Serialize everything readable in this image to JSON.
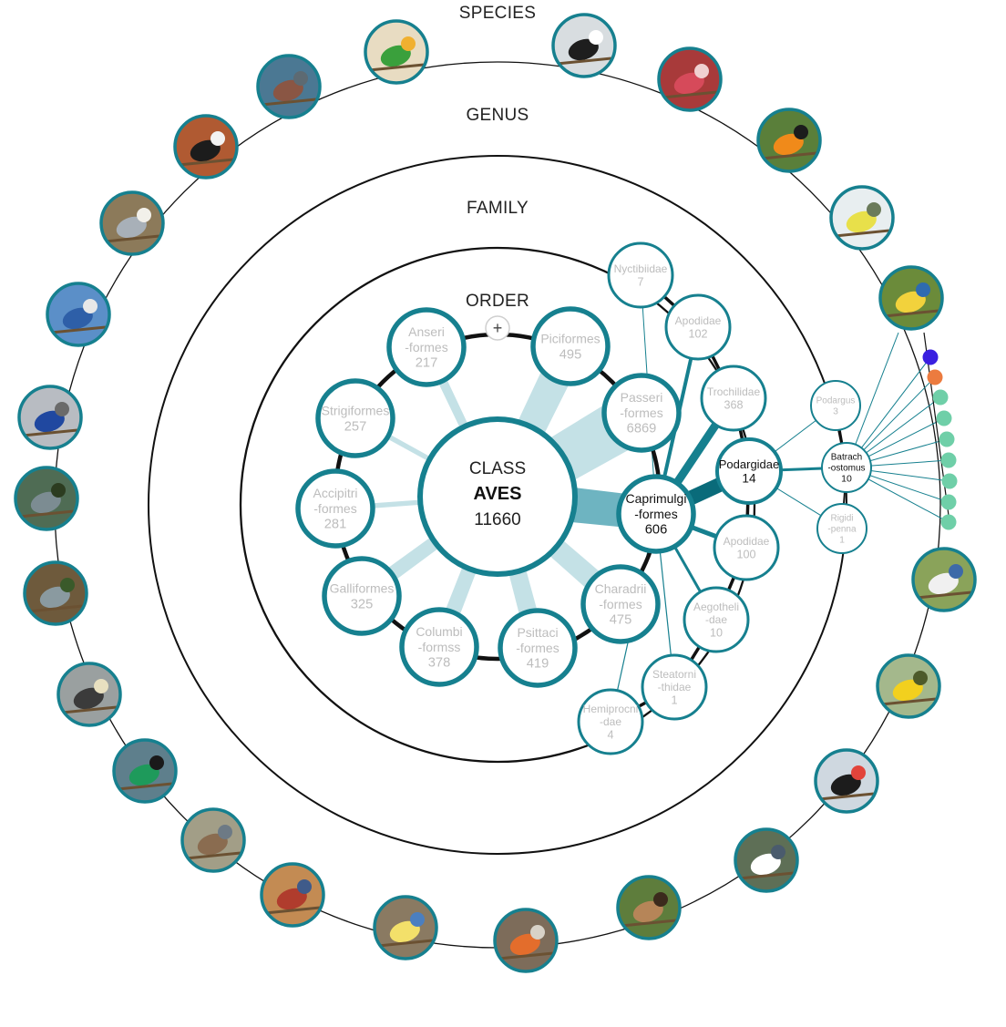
{
  "ring_labels": {
    "species": "SPECIES",
    "genus": "GENUS",
    "family": "FAMILY",
    "order": "ORDER"
  },
  "add_button_label": "+",
  "center": {
    "line1": "CLASS",
    "line2": "AVES",
    "count": "11660"
  },
  "orders": [
    {
      "id": "anseriformes",
      "lines": [
        "Anseri",
        "-formes"
      ],
      "count": "217",
      "selected": false
    },
    {
      "id": "piciformes",
      "lines": [
        "Piciformes"
      ],
      "count": "495",
      "selected": false
    },
    {
      "id": "passeriformes",
      "lines": [
        "Passeri",
        "-formes"
      ],
      "count": "6869",
      "selected": false
    },
    {
      "id": "caprimulgiformes",
      "lines": [
        "Caprimulgi",
        "-formes"
      ],
      "count": "606",
      "selected": true
    },
    {
      "id": "charadriiformes",
      "lines": [
        "Charadrii",
        "-formes"
      ],
      "count": "475",
      "selected": false
    },
    {
      "id": "psittaciformes",
      "lines": [
        "Psittaci",
        "-formes"
      ],
      "count": "419",
      "selected": false
    },
    {
      "id": "columbiformes",
      "lines": [
        "Columbi",
        "-formss"
      ],
      "count": "378",
      "selected": false
    },
    {
      "id": "galliformes",
      "lines": [
        "Galliformes"
      ],
      "count": "325",
      "selected": false
    },
    {
      "id": "accipitriformes",
      "lines": [
        "Accipitri",
        "-formes"
      ],
      "count": "281",
      "selected": false
    },
    {
      "id": "strigiformes",
      "lines": [
        "Strigiformes"
      ],
      "count": "257",
      "selected": false
    }
  ],
  "families": [
    {
      "id": "nyctibiidae",
      "lines": [
        "Nyctibiidae"
      ],
      "count": "7",
      "selected": false
    },
    {
      "id": "apodidae-1",
      "lines": [
        "Apodidae"
      ],
      "count": "102",
      "selected": false
    },
    {
      "id": "trochilidae",
      "lines": [
        "Trochilidae"
      ],
      "count": "368",
      "selected": false
    },
    {
      "id": "podargidae",
      "lines": [
        "Podargidae"
      ],
      "count": "14",
      "selected": true
    },
    {
      "id": "apodidae-2",
      "lines": [
        "Apodidae"
      ],
      "count": "100",
      "selected": false
    },
    {
      "id": "aegothelidae",
      "lines": [
        "Aegotheli",
        "-dae"
      ],
      "count": "10",
      "selected": false
    },
    {
      "id": "steatornithidae",
      "lines": [
        "Steatorni",
        "-thidae"
      ],
      "count": "1",
      "selected": false
    },
    {
      "id": "hemiprocnidae",
      "lines": [
        "Hemiprocni",
        "-dae"
      ],
      "count": "4",
      "selected": false
    }
  ],
  "genera": [
    {
      "id": "podargus",
      "lines": [
        "Podargus"
      ],
      "count": "3",
      "selected": false
    },
    {
      "id": "batrachostomus",
      "lines": [
        "Batrach",
        "-ostomus"
      ],
      "count": "10",
      "selected": true
    },
    {
      "id": "rigidipenna",
      "lines": [
        "Rigidi",
        "-penna"
      ],
      "count": "1",
      "selected": false
    }
  ],
  "species_dot_colors": [
    "#3a1fe0",
    "#ec7b3f",
    "#6fcfa8",
    "#6fcfa8",
    "#6fcfa8",
    "#6fcfa8",
    "#6fcfa8",
    "#6fcfa8",
    "#6fcfa8"
  ],
  "species_birds": [
    {
      "name": "blue-tit-bird-photo",
      "palette": [
        "#6b8b3a",
        "#f2d23c",
        "#2e6bb0"
      ]
    },
    {
      "name": "bluish-bird-photo",
      "palette": [
        "#8aa35a",
        "#f0f0f0",
        "#3d6aa8"
      ]
    },
    {
      "name": "yellow-warbler-photo",
      "palette": [
        "#a4b88c",
        "#f2d01e",
        "#4d5a2a"
      ]
    },
    {
      "name": "frigatebird-photo",
      "palette": [
        "#cfd8e0",
        "#1c1c1c",
        "#e2443b"
      ]
    },
    {
      "name": "nuthatch-photo",
      "palette": [
        "#5e6f56",
        "#ffffff",
        "#4a5b6d"
      ]
    },
    {
      "name": "sparrow-photo",
      "palette": [
        "#5e7d3c",
        "#b68558",
        "#3b2a1c"
      ]
    },
    {
      "name": "robin-photo",
      "palette": [
        "#7d6c5a",
        "#e36d2c",
        "#d8d2c8"
      ]
    },
    {
      "name": "blue-tit-2-photo",
      "palette": [
        "#8a7a62",
        "#f3e06a",
        "#4b7fc0"
      ]
    },
    {
      "name": "red-waxbill-photo",
      "palette": [
        "#c38b53",
        "#b03c2d",
        "#3f5b8a"
      ]
    },
    {
      "name": "bunting-photo",
      "palette": [
        "#a29e87",
        "#8a6c50",
        "#6d7a85"
      ]
    },
    {
      "name": "green-bird-photo",
      "palette": [
        "#5e7f8c",
        "#1e9a5b",
        "#1a1a1a"
      ]
    },
    {
      "name": "warbler-photo",
      "palette": [
        "#9aa0a0",
        "#3b3b3b",
        "#e8e0c0"
      ]
    },
    {
      "name": "heron-1-photo",
      "palette": [
        "#6e5a3c",
        "#8a9aa0",
        "#3a5a2a"
      ]
    },
    {
      "name": "heron-2-photo",
      "palette": [
        "#4f6c54",
        "#7c8c92",
        "#2c3c20"
      ]
    },
    {
      "name": "fairywren-photo",
      "palette": [
        "#b8bcc2",
        "#2048a0",
        "#6a6a6a"
      ]
    },
    {
      "name": "blue-jay-photo",
      "palette": [
        "#5b8fc8",
        "#2e5fa8",
        "#e8e8e8"
      ]
    },
    {
      "name": "gnatcatcher-photo",
      "palette": [
        "#8c7a5a",
        "#a8b0b8",
        "#f2f0ea"
      ]
    },
    {
      "name": "great-auk-photo",
      "palette": [
        "#b05a32",
        "#1c1c1c",
        "#f2f2f2"
      ]
    },
    {
      "name": "passenger-pigeon-photo",
      "palette": [
        "#4b7893",
        "#8a5644",
        "#5d6a72"
      ]
    },
    {
      "name": "carolina-parakeet-photo",
      "palette": [
        "#e8dcc2",
        "#3aa03c",
        "#f0b030"
      ]
    },
    {
      "name": "eider-duck-photo",
      "palette": [
        "#d8dde0",
        "#1e1e1e",
        "#ffffff"
      ]
    },
    {
      "name": "rosefinch-photo",
      "palette": [
        "#a83a3a",
        "#d64a5a",
        "#f0d0d0"
      ]
    },
    {
      "name": "oriole-photo",
      "palette": [
        "#5a7f3a",
        "#f08a1a",
        "#1c1c1c"
      ]
    },
    {
      "name": "yellow-throat-photo",
      "palette": [
        "#e8eef0",
        "#e8e04a",
        "#6a7a5a"
      ]
    }
  ]
}
